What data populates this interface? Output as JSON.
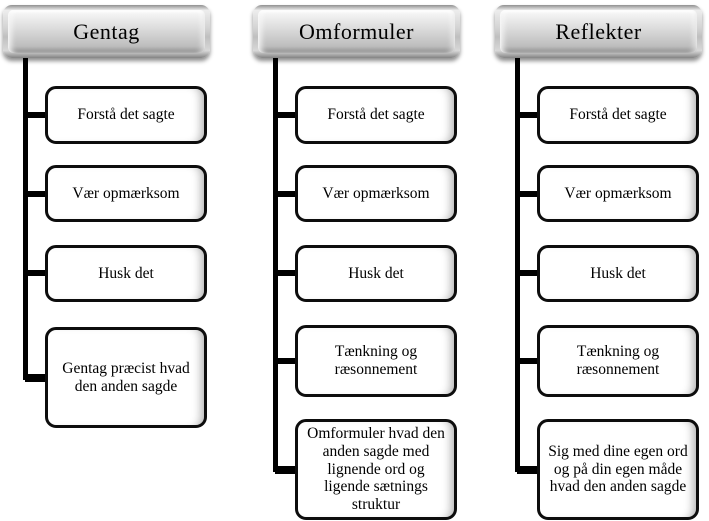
{
  "diagram": {
    "type": "smartart-hierarchy-list",
    "colors": {
      "connector": "#000000",
      "child_border": "#0d0d0d",
      "child_fill": "#ffffff",
      "header_fill_top": "#ededed",
      "header_fill_bottom": "#838383",
      "text": "#000000"
    },
    "columns": [
      {
        "title": "Gentag",
        "children": [
          "Forstå det sagte",
          "Vær opmærksom",
          "Husk det",
          "Gentag præcist hvad den anden sagde"
        ]
      },
      {
        "title": "Omformuler",
        "children": [
          "Forstå det sagte",
          "Vær opmærksom",
          "Husk det",
          "Tænkning og ræsonnement",
          "Omformuler hvad den anden sagde med lignende ord og ligende sætnings struktur"
        ]
      },
      {
        "title": "Reflekter",
        "children": [
          "Forstå det sagte",
          "Vær opmærksom",
          "Husk det",
          "Tænkning og ræsonnement",
          "Sig med dine egen ord og på din egen måde hvad den anden sagde"
        ]
      }
    ]
  }
}
